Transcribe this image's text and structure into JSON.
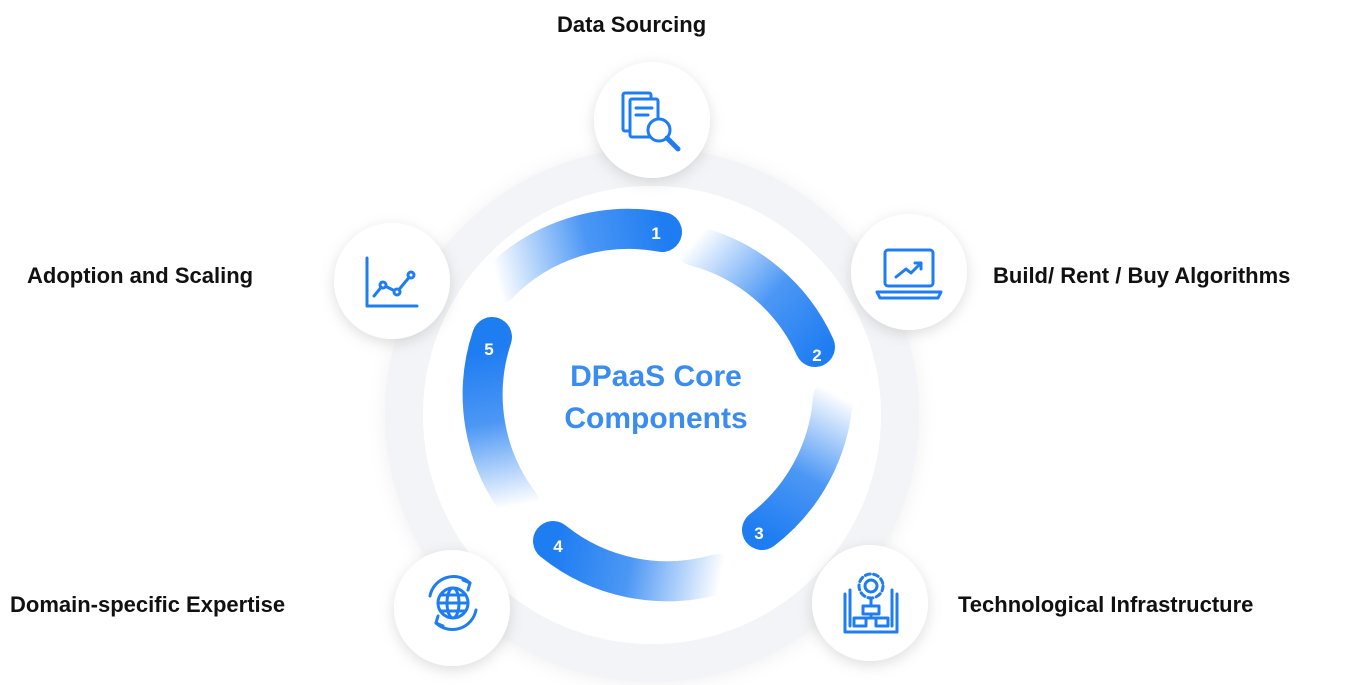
{
  "center": {
    "line1": "DPaaS Core",
    "line2": "Components"
  },
  "components": [
    {
      "number": "1",
      "label": "Data Sourcing",
      "icon": "document-search-icon"
    },
    {
      "number": "2",
      "label": "Build/ Rent / Buy Algorithms",
      "icon": "laptop-chart-icon"
    },
    {
      "number": "3",
      "label": "Technological Infrastructure",
      "icon": "infrastructure-gear-icon"
    },
    {
      "number": "4",
      "label": "Domain-specific Expertise",
      "icon": "globe-refresh-icon"
    },
    {
      "number": "5",
      "label": "Adoption and Scaling",
      "icon": "line-chart-icon"
    }
  ],
  "colors": {
    "accent": "#1f7df2",
    "accent_light": "#d6e8fd",
    "ring": "#f1f3f6",
    "text": "#111111"
  }
}
